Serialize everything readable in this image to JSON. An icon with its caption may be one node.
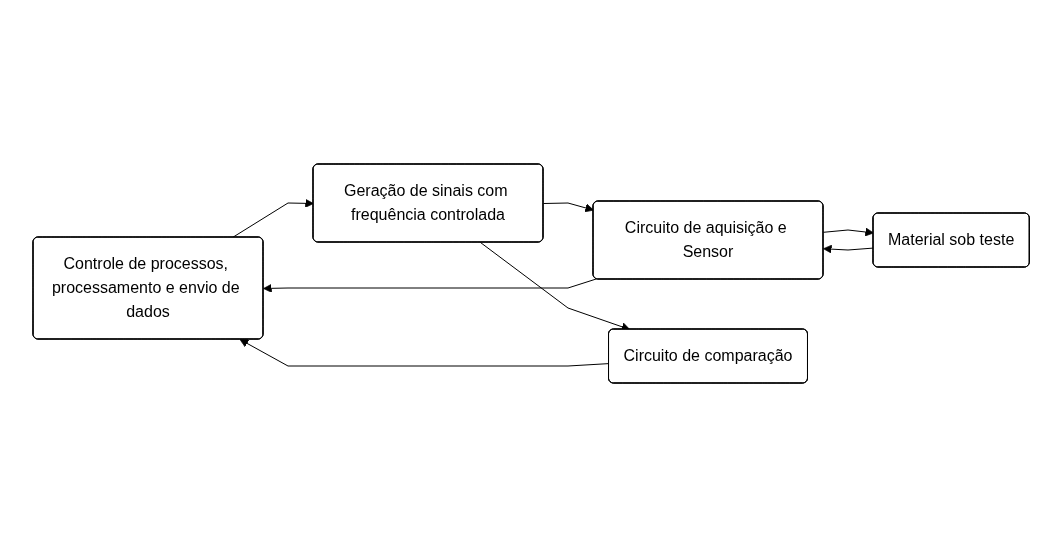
{
  "diagram": {
    "nodes": [
      {
        "text": [
          "Controle de processos, processamento e envio de dados"
        ]
      },
      {
        "text": [
          "Geração de sinais com frequência controlada"
        ]
      },
      {
        "text": [
          "Circuito de aquisição e Sensor"
        ]
      },
      {
        "text": [
          "Material sob teste"
        ]
      },
      {
        "text": [
          "Circuito de comparação"
        ]
      }
    ],
    "edges": [
      {
        "from": 0,
        "to": 1,
        "arrow": "to"
      },
      {
        "from": 1,
        "to": 2,
        "arrow": "to"
      },
      {
        "from": 1,
        "to": 4,
        "arrow": "to"
      },
      {
        "from": 4,
        "to": 0,
        "arrow": "to"
      },
      {
        "from": 2,
        "to": 0,
        "arrow": "to"
      },
      {
        "from": 2,
        "to": 3,
        "arrow": "to"
      },
      {
        "from": 3,
        "to": 2,
        "arrow": "to"
      }
    ]
  }
}
